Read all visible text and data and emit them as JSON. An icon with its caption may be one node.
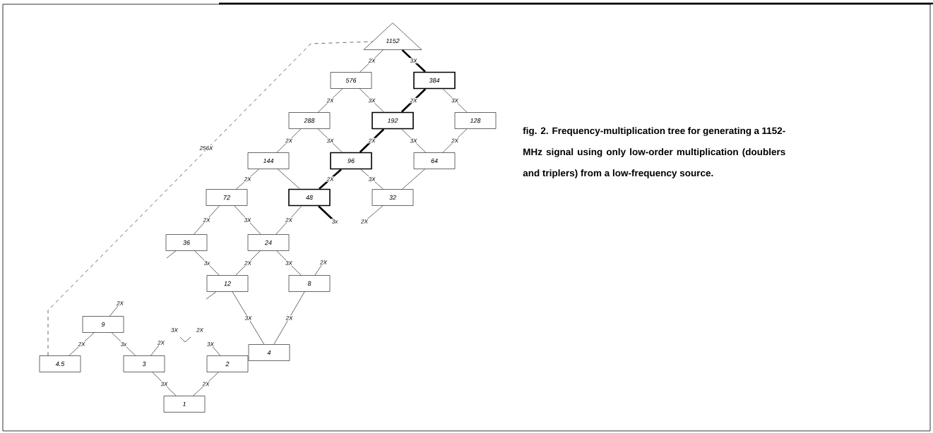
{
  "diagram": {
    "caption": "fig. 2. Frequency-multiplication tree for generating a 1152-MHz signal using only low-order multiplication (doublers and triplers) from a low-frequency source.",
    "nodes": [
      {
        "text": [
          "1152"
        ]
      },
      {
        "text": [
          "576"
        ]
      },
      {
        "text": [
          "384"
        ]
      },
      {
        "text": [
          "288"
        ]
      },
      {
        "text": [
          "192"
        ]
      },
      {
        "text": [
          "128"
        ]
      },
      {
        "text": [
          "144"
        ]
      },
      {
        "text": [
          "96"
        ]
      },
      {
        "text": [
          "64"
        ]
      },
      {
        "text": [
          "72"
        ]
      },
      {
        "text": [
          "48"
        ]
      },
      {
        "text": [
          "32"
        ]
      },
      {
        "text": [
          "36"
        ]
      },
      {
        "text": [
          "24"
        ]
      },
      {
        "text": [
          "12"
        ]
      },
      {
        "text": [
          "8"
        ]
      },
      {
        "text": [
          "9"
        ]
      },
      {
        "text": [
          "4.5"
        ]
      },
      {
        "text": [
          "3"
        ]
      },
      {
        "text": [
          "2"
        ]
      },
      {
        "text": [
          "4"
        ]
      },
      {
        "text": [
          "1"
        ]
      }
    ],
    "edges": [
      {
        "from": 1,
        "to": 0,
        "arrow": "none",
        "label": "2X"
      },
      {
        "from": 2,
        "to": 0,
        "arrow": "none",
        "label": "3X",
        "style": "thick"
      },
      {
        "from": 3,
        "to": 1,
        "arrow": "none",
        "label": "2X"
      },
      {
        "from": 4,
        "to": 1,
        "arrow": "none",
        "label": "3X"
      },
      {
        "from": 4,
        "to": 2,
        "arrow": "none",
        "label": "2X",
        "style": "thick"
      },
      {
        "from": 5,
        "to": 2,
        "arrow": "none",
        "label": "3X"
      },
      {
        "from": 6,
        "to": 3,
        "arrow": "none",
        "label": "2X"
      },
      {
        "from": 7,
        "to": 3,
        "arrow": "none",
        "label": "3X"
      },
      {
        "from": 7,
        "to": 4,
        "arrow": "none",
        "label": "2X",
        "style": "thick"
      },
      {
        "from": 8,
        "to": 4,
        "arrow": "none",
        "label": "3X"
      },
      {
        "from": 8,
        "to": 5,
        "arrow": "none",
        "label": "2X"
      },
      {
        "from": 9,
        "to": 6,
        "arrow": "none",
        "label": "2X"
      },
      {
        "from": 10,
        "to": 6,
        "arrow": "none"
      },
      {
        "from": 10,
        "to": 7,
        "arrow": "none",
        "label": "2X",
        "style": "thick"
      },
      {
        "from": 11,
        "to": 7,
        "arrow": "none",
        "label": "3X"
      },
      {
        "from": 11,
        "to": 8,
        "arrow": "none"
      },
      {
        "from": 12,
        "to": 9,
        "arrow": "none",
        "label": "2X"
      },
      {
        "from": 13,
        "to": 9,
        "arrow": "none",
        "label": "3X"
      },
      {
        "from": 13,
        "to": 10,
        "arrow": "none",
        "label": "2X"
      },
      {
        "from": null,
        "to": 10,
        "arrow": "none",
        "label": "3x",
        "style": "thick"
      },
      {
        "from": null,
        "to": 11,
        "arrow": "none",
        "label": "2X"
      },
      {
        "from": 14,
        "to": 12,
        "arrow": "none",
        "label": "3x"
      },
      {
        "from": 14,
        "to": 13,
        "arrow": "none",
        "label": "2X"
      },
      {
        "from": 15,
        "to": 13,
        "arrow": "none",
        "label": "3X"
      },
      {
        "from": 15,
        "to": null,
        "arrow": "none",
        "label": "2X"
      },
      {
        "from": null,
        "to": 12,
        "arrow": "none"
      },
      {
        "from": 20,
        "to": 14,
        "arrow": "none",
        "label": "3X"
      },
      {
        "from": 20,
        "to": 15,
        "arrow": "none",
        "label": "2X"
      },
      {
        "from": null,
        "to": 14,
        "arrow": "none"
      },
      {
        "from": 16,
        "to": null,
        "arrow": "none",
        "label": "2X"
      },
      {
        "from": 17,
        "to": 16,
        "arrow": "none",
        "label": "2X"
      },
      {
        "from": 18,
        "to": 16,
        "arrow": "none",
        "label": "3x"
      },
      {
        "from": 18,
        "to": null,
        "arrow": "none",
        "label": "2X"
      },
      {
        "from": 19,
        "to": null,
        "arrow": "none",
        "label": "3X"
      },
      {
        "from": 21,
        "to": 18,
        "arrow": "none",
        "label": "3X"
      },
      {
        "from": 21,
        "to": 19,
        "arrow": "none",
        "label": "2X"
      },
      {
        "from": 17,
        "to": 0,
        "arrow": "none",
        "label": "256X",
        "style": "dashed"
      }
    ],
    "labels": [
      "3X",
      "2X"
    ]
  }
}
